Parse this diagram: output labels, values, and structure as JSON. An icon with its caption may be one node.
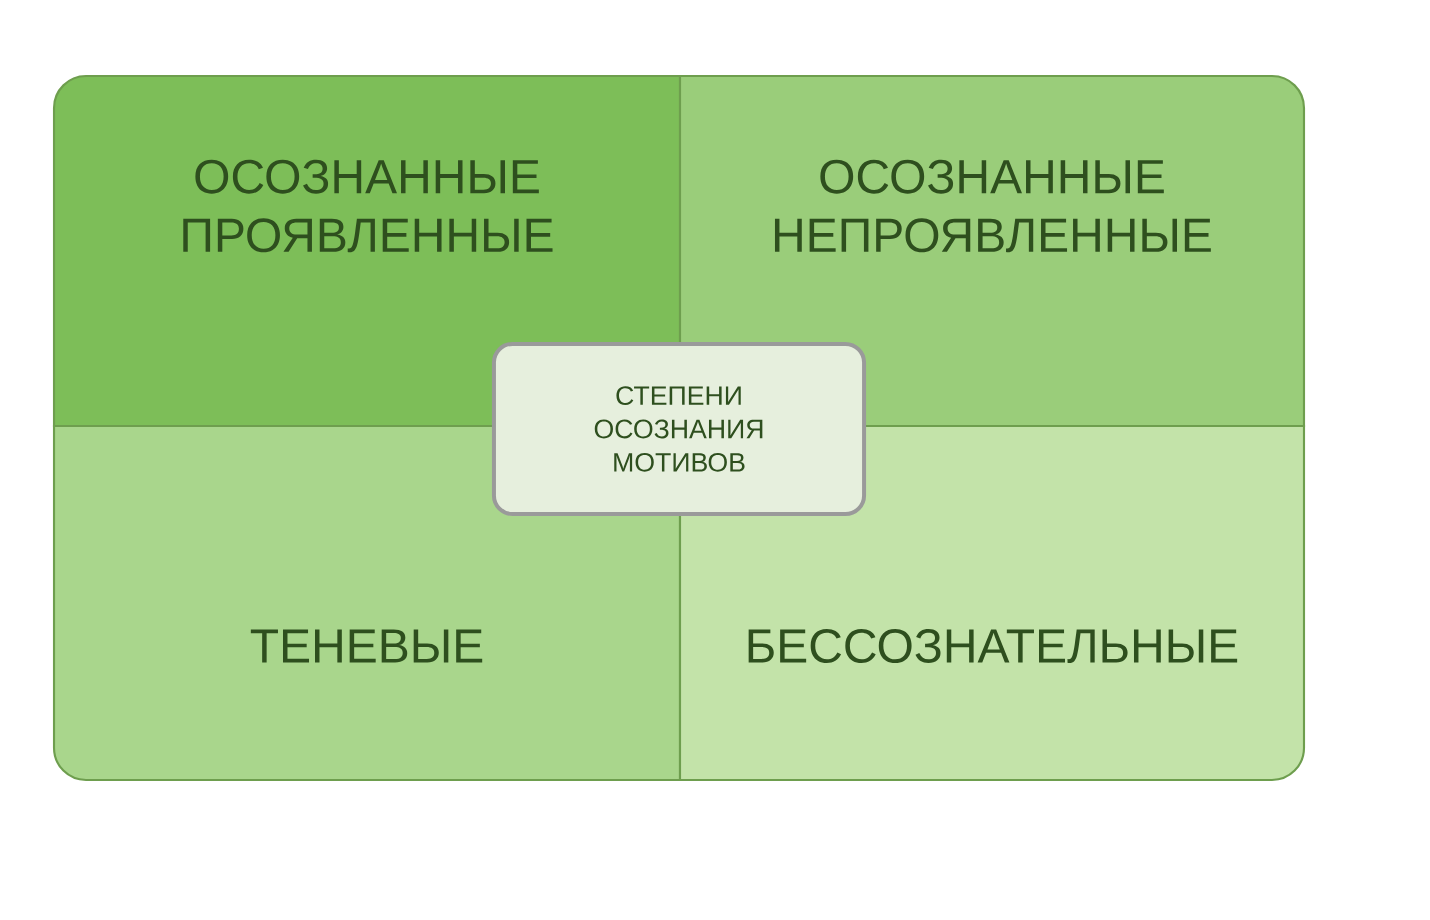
{
  "diagram": {
    "nodes": [
      {
        "text": [
          "ОСОЗНАННЫЕ ПРОЯВЛЕННЫЕ"
        ]
      },
      {
        "text": [
          "ОСОЗНАННЫЕ НЕПРОЯВЛЕННЫЕ"
        ]
      },
      {
        "text": [
          "ТЕНЕВЫЕ"
        ]
      },
      {
        "text": [
          "БЕССОЗНАТЕЛЬНЫЕ"
        ]
      },
      {
        "text": [
          "СТЕПЕНИ ОСОЗНАНИЯ МОТИВОВ"
        ]
      }
    ]
  }
}
